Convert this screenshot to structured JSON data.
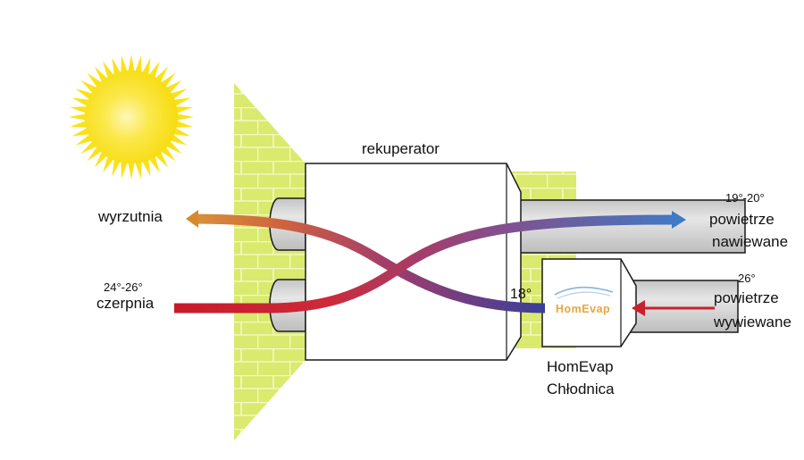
{
  "labels": {
    "rekuperator": "rekuperator",
    "wyrzutnia": "wyrzutnia",
    "czerpnia_temp": "24°-26°",
    "czerpnia": "czerpnia",
    "supply_temp": "19°-20°",
    "supply_line1": "powietrze",
    "supply_line2": "nawiewane",
    "extract_temp": "26°",
    "extract_line1": "powietrze",
    "extract_line2": "wywiewane",
    "cooler_temp": "18°",
    "cooler_line1": "HomEvap",
    "cooler_line2": "Chłodnica",
    "logo_text": "HomEvap"
  },
  "colors": {
    "sun": "#f9e21a",
    "sun_glow": "#fff5b0",
    "wall": "#d9ea6e",
    "wall_mortar": "#f2f8c4",
    "pipe": "#d6d6d6",
    "outline": "#1a1a1a",
    "warm_air": "#d8323a",
    "exhaust_air": "#d58a30",
    "cool_air": "#4a78c8",
    "mix_air": "#8a4a8a"
  },
  "icons": {
    "sun": "sun-icon",
    "logo": "homevap-logo-icon"
  }
}
